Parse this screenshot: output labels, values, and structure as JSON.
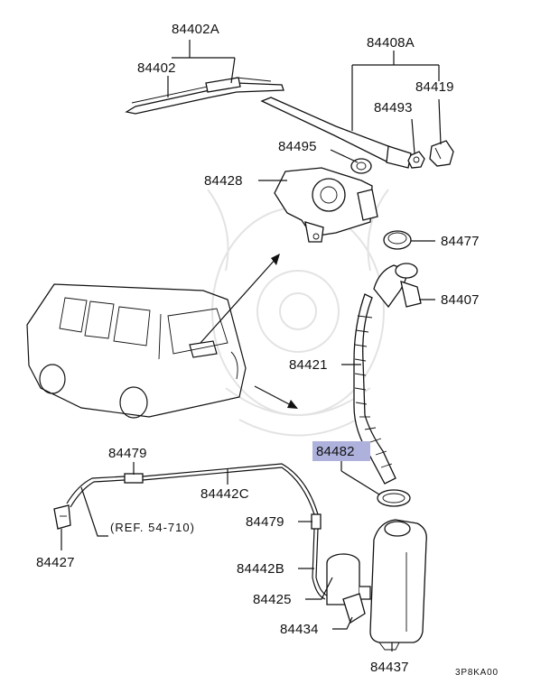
{
  "diagram": {
    "figure_code": "3P8KA00",
    "reference_note": "(REF. 54-710)",
    "highlight_color": "#aeb1dc",
    "callouts": [
      {
        "id": "84402A",
        "label": "84402A"
      },
      {
        "id": "84402",
        "label": "84402"
      },
      {
        "id": "84408A",
        "label": "84408A"
      },
      {
        "id": "84419",
        "label": "84419"
      },
      {
        "id": "84493",
        "label": "84493"
      },
      {
        "id": "84495",
        "label": "84495"
      },
      {
        "id": "84428",
        "label": "84428"
      },
      {
        "id": "84477",
        "label": "84477"
      },
      {
        "id": "84407",
        "label": "84407"
      },
      {
        "id": "84421",
        "label": "84421"
      },
      {
        "id": "84482",
        "label": "84482",
        "highlighted": true
      },
      {
        "id": "84479a",
        "label": "84479"
      },
      {
        "id": "84442C",
        "label": "84442C"
      },
      {
        "id": "84427",
        "label": "84427"
      },
      {
        "id": "84479b",
        "label": "84479"
      },
      {
        "id": "84442B",
        "label": "84442B"
      },
      {
        "id": "84425",
        "label": "84425"
      },
      {
        "id": "84434",
        "label": "84434"
      },
      {
        "id": "84437",
        "label": "84437"
      }
    ]
  }
}
